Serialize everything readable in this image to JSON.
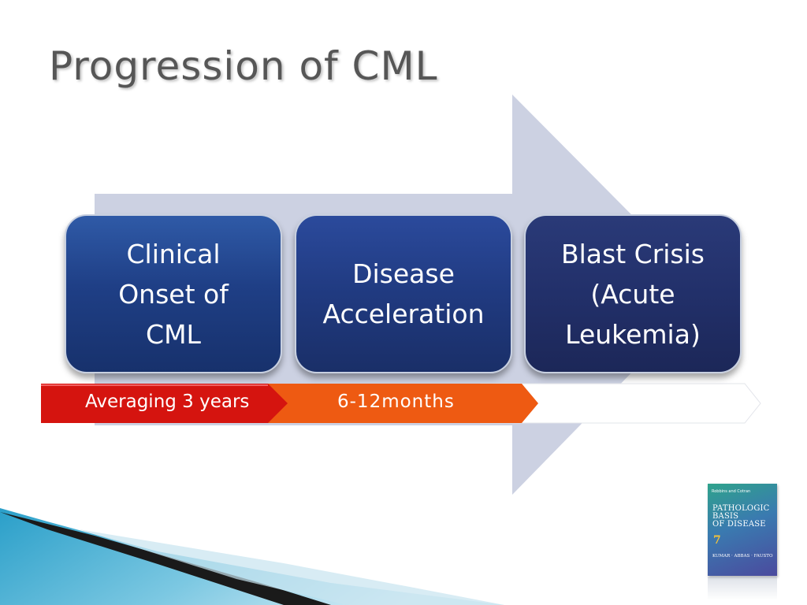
{
  "slide": {
    "title": "Progression of CML"
  },
  "stages": [
    {
      "label": "Clinical\nOnset of\nCML"
    },
    {
      "label": "Disease\nAcceleration"
    },
    {
      "label": "Blast Crisis\n(Acute\nLeukemia)"
    }
  ],
  "timeline": [
    {
      "label": "Averaging 3 years",
      "color": "#d61a14"
    },
    {
      "label": "6-12months",
      "color": "#f05a10"
    }
  ],
  "book": {
    "top_text": "Robbins and Cotran",
    "title": "PATHOLOGIC\nBASIS\nOF DISEASE",
    "edition": "7",
    "authors": "KUMAR · ABBAS · FAUSTO"
  },
  "colors": {
    "arrow": "#c9cfe0",
    "box_blue": "#1f3f86",
    "title_gray": "#565656"
  }
}
